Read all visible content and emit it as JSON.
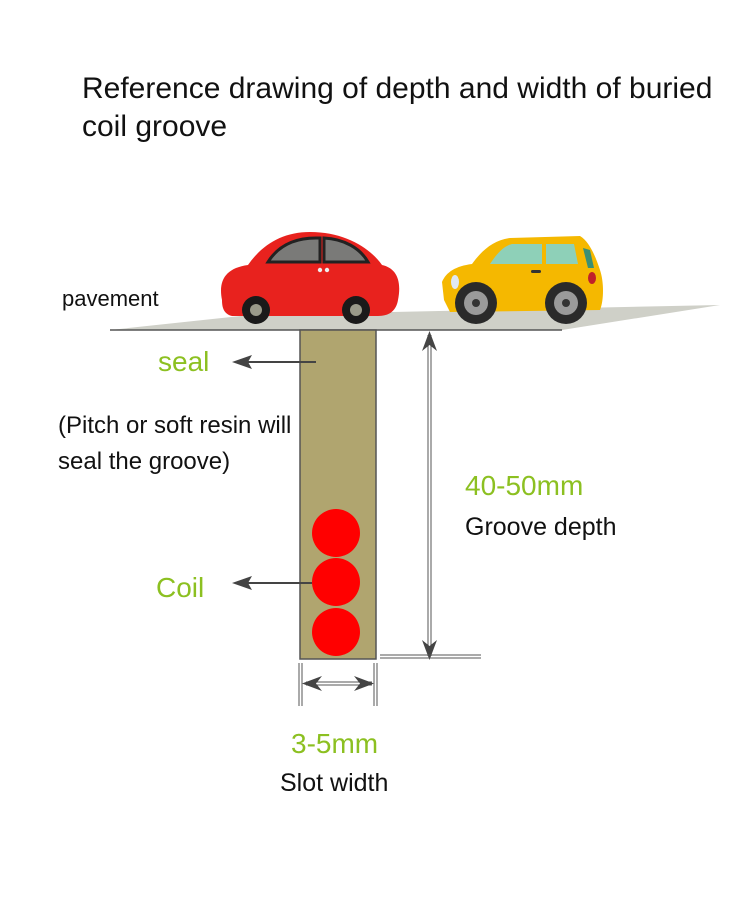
{
  "title": "Reference drawing of depth and width of buried coil groove",
  "labels": {
    "pavement": "pavement",
    "seal": "seal",
    "seal_note": "(Pitch or soft resin will seal the groove)",
    "coil": "Coil",
    "depth_value": "40-50mm",
    "depth_label": "Groove depth",
    "width_value": "3-5mm",
    "width_label": "Slot width"
  },
  "colors": {
    "accent_green": "#8cc021",
    "groove_fill": "#b0a56f",
    "coil_red": "#ff0000",
    "pavement_gray": "#cfd0c8",
    "red_car": "#e8221e",
    "yellow_car": "#f5b800",
    "arrow_dark": "#444444"
  },
  "figures": {
    "vehicles": [
      "red-car",
      "yellow-car"
    ],
    "coil_turns": 3
  }
}
